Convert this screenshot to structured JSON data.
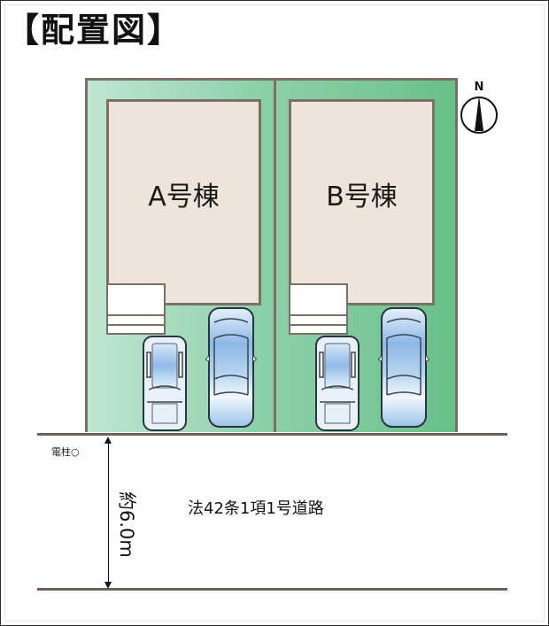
{
  "title": "【配置図】",
  "north_indicator": {
    "label": "N",
    "icon": "north-arrow-compass"
  },
  "lots": [
    {
      "id": "A",
      "building_label": "A号棟",
      "parking_spaces": 2,
      "colors": {
        "lot_fill_left": "#bfe6d2",
        "lot_fill_right": "#86cfa4"
      }
    },
    {
      "id": "B",
      "building_label": "B号棟",
      "parking_spaces": 2,
      "colors": {
        "lot_fill_left": "#8ccfa8",
        "lot_fill_right": "#66bf88"
      }
    }
  ],
  "road": {
    "label": "法42条1項1号道路",
    "width_label": "約6.0m",
    "utility_pole_label": "電柱○"
  },
  "colors": {
    "boundary_line": "#7b6f66",
    "house_fill": "#eee4da",
    "car_glass": "#9cc4ea"
  }
}
